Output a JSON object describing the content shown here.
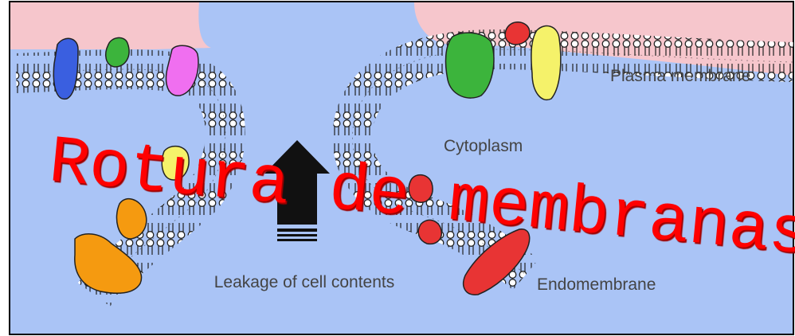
{
  "title": "Rotura de membranas",
  "labels": {
    "plasma_membrane": "Plasma membrane",
    "cytoplasm": "Cytoplasm",
    "leakage": "Leakage of cell contents",
    "endomembrane": "Endomembrane"
  },
  "colors": {
    "cytoplasm_blue": "#aac4f6",
    "exterior_pink": "#f6c6cc",
    "title_red": "#ff0000",
    "arrow_black": "#111111"
  },
  "proteins": [
    "blue",
    "green",
    "magenta",
    "yellow",
    "orange",
    "red"
  ]
}
